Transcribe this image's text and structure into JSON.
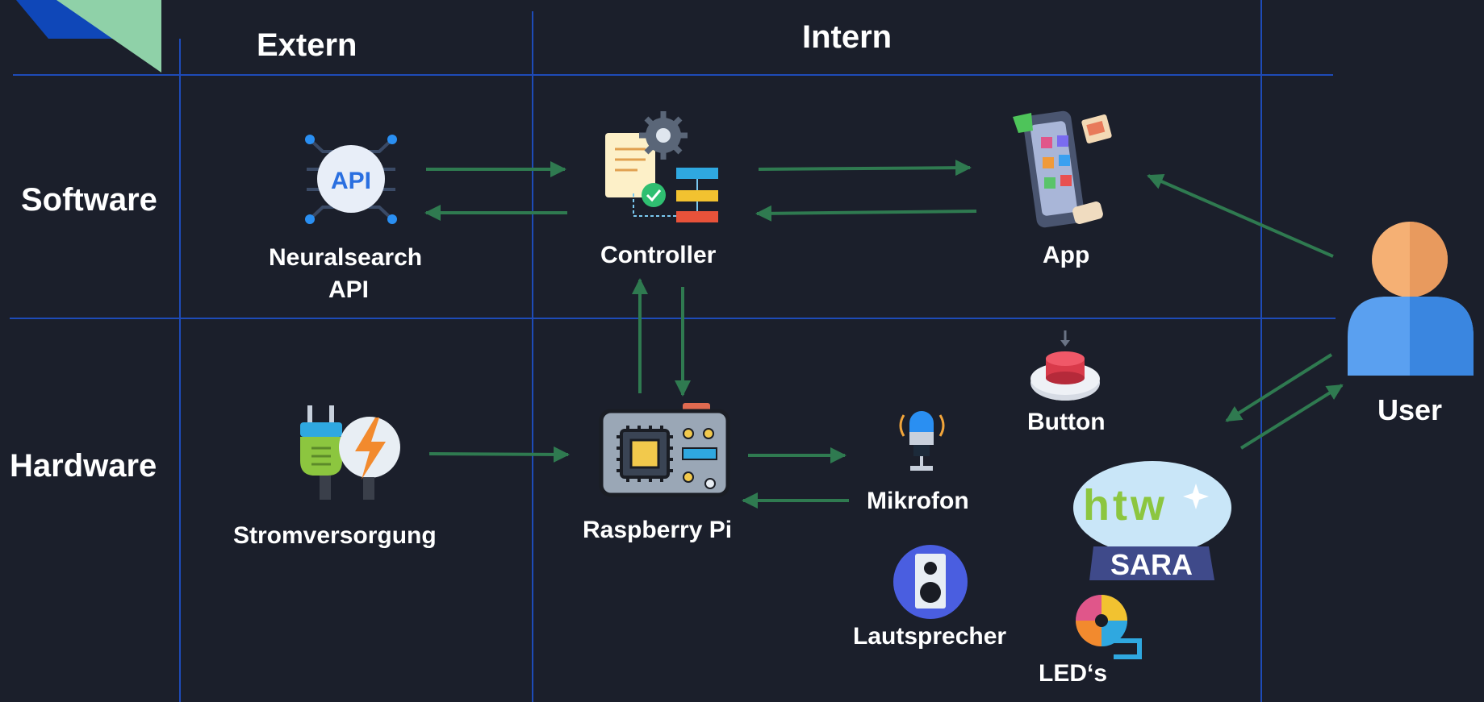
{
  "columns": {
    "extern": "Extern",
    "intern": "Intern"
  },
  "rows": {
    "software": "Software",
    "hardware": "Hardware"
  },
  "nodes": {
    "api_line1": "Neuralsearch",
    "api_line2": "API",
    "controller": "Controller",
    "app": "App",
    "power": "Stromversorgung",
    "raspberry": "Raspberry Pi",
    "mic": "Mikrofon",
    "button": "Button",
    "speaker": "Lautsprecher",
    "leds": "LED‘s",
    "user": "User"
  },
  "logo": {
    "brand": "htw",
    "name": "SARA"
  },
  "colors": {
    "background": "#1b1f2b",
    "grid": "#1e4bb8",
    "arrow": "#2f7a50",
    "text": "#ffffff",
    "corner_blue": "#0f47b8",
    "corner_green": "#8fd1a8"
  }
}
